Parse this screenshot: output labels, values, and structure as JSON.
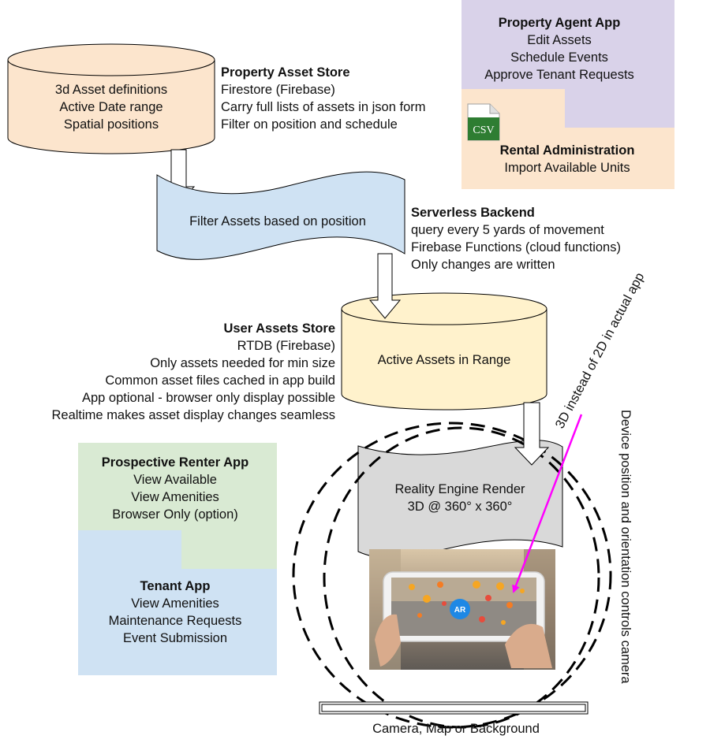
{
  "property_asset_store": {
    "cylinder_lines": [
      "3d Asset definitions",
      "Active Date range",
      "Spatial positions"
    ],
    "title": "Property Asset Store",
    "lines": [
      "Firestore (Firebase)",
      "Carry full lists of assets in json form",
      "Filter on position and schedule"
    ]
  },
  "property_agent_app": {
    "title": "Property Agent App",
    "lines": [
      "Edit Assets",
      "Schedule Events",
      "Approve Tenant Requests"
    ]
  },
  "csv_icon": {
    "label": "CSV"
  },
  "rental_administration": {
    "title": "Rental Administration",
    "lines": [
      "Import Available Units"
    ]
  },
  "filter_assets": {
    "label": "Filter Assets based on position"
  },
  "serverless_backend": {
    "title": "Serverless Backend",
    "lines": [
      "query every 5 yards of movement",
      "Firebase Functions (cloud functions)",
      "Only changes are written"
    ]
  },
  "user_assets_store": {
    "title": "User Assets Store",
    "lines": [
      "RTDB (Firebase)",
      "Only assets needed for min size",
      "Common asset files cached in app build",
      "App optional - browser only display possible",
      "Realtime makes asset display changes seamless"
    ]
  },
  "active_assets": {
    "label": "Active Assets in Range"
  },
  "annotation_3d": {
    "label": "3D instead of 2D in actual app"
  },
  "device_note": {
    "label": "Device position and orientation controls camera"
  },
  "prospective_renter_app": {
    "title": "Prospective Renter App",
    "lines": [
      "View Available",
      "View Amenities",
      "Browser Only (option)"
    ]
  },
  "reality_engine": {
    "lines": [
      "Reality Engine Render",
      "3D @ 360° x 360°"
    ]
  },
  "tenant_app": {
    "title": "Tenant App",
    "lines": [
      "View Amenities",
      "Maintenance Requests",
      "Event Submission"
    ]
  },
  "ar_photo": {
    "badge": "AR"
  },
  "bottom_bar": {
    "label": "Camera, Map or Background"
  },
  "colors": {
    "peach": "#fce5cd",
    "lavender": "#d9d2e9",
    "light_blue": "#cfe2f3",
    "light_yellow": "#fff2cc",
    "light_green": "#d9ead3",
    "gray": "#d9d9d9",
    "magenta": "#ff00ff",
    "csv_green": "#2e7d32"
  }
}
